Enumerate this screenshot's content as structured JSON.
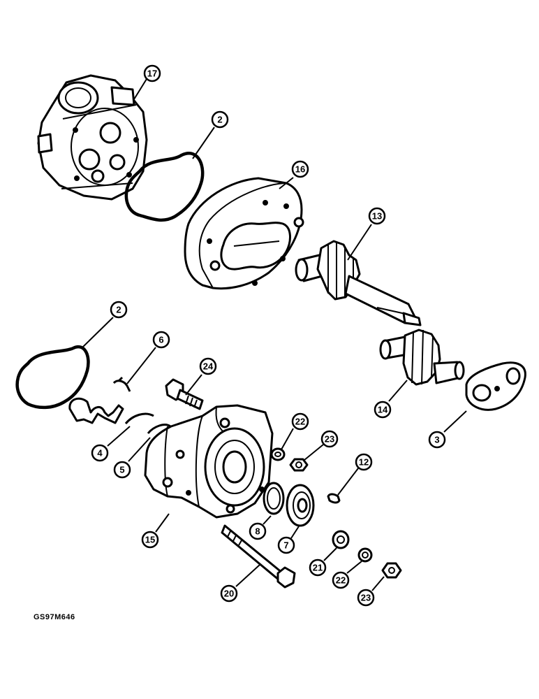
{
  "diagram": {
    "drawing_code": "GS97M646",
    "callouts": [
      {
        "id": "c17a",
        "label": "17"
      },
      {
        "id": "c2a",
        "label": "2"
      },
      {
        "id": "c16",
        "label": "16"
      },
      {
        "id": "c13",
        "label": "13"
      },
      {
        "id": "c2b",
        "label": "2"
      },
      {
        "id": "c6",
        "label": "6"
      },
      {
        "id": "c24",
        "label": "24"
      },
      {
        "id": "c14",
        "label": "14"
      },
      {
        "id": "c3",
        "label": "3"
      },
      {
        "id": "c4",
        "label": "4"
      },
      {
        "id": "c5",
        "label": "5"
      },
      {
        "id": "c22a",
        "label": "22"
      },
      {
        "id": "c23a",
        "label": "23"
      },
      {
        "id": "c12",
        "label": "12"
      },
      {
        "id": "c15",
        "label": "15"
      },
      {
        "id": "c8",
        "label": "8"
      },
      {
        "id": "c7",
        "label": "7"
      },
      {
        "id": "c21",
        "label": "21"
      },
      {
        "id": "c22b",
        "label": "22"
      },
      {
        "id": "c23b",
        "label": "23"
      },
      {
        "id": "c20",
        "label": "20"
      }
    ]
  }
}
